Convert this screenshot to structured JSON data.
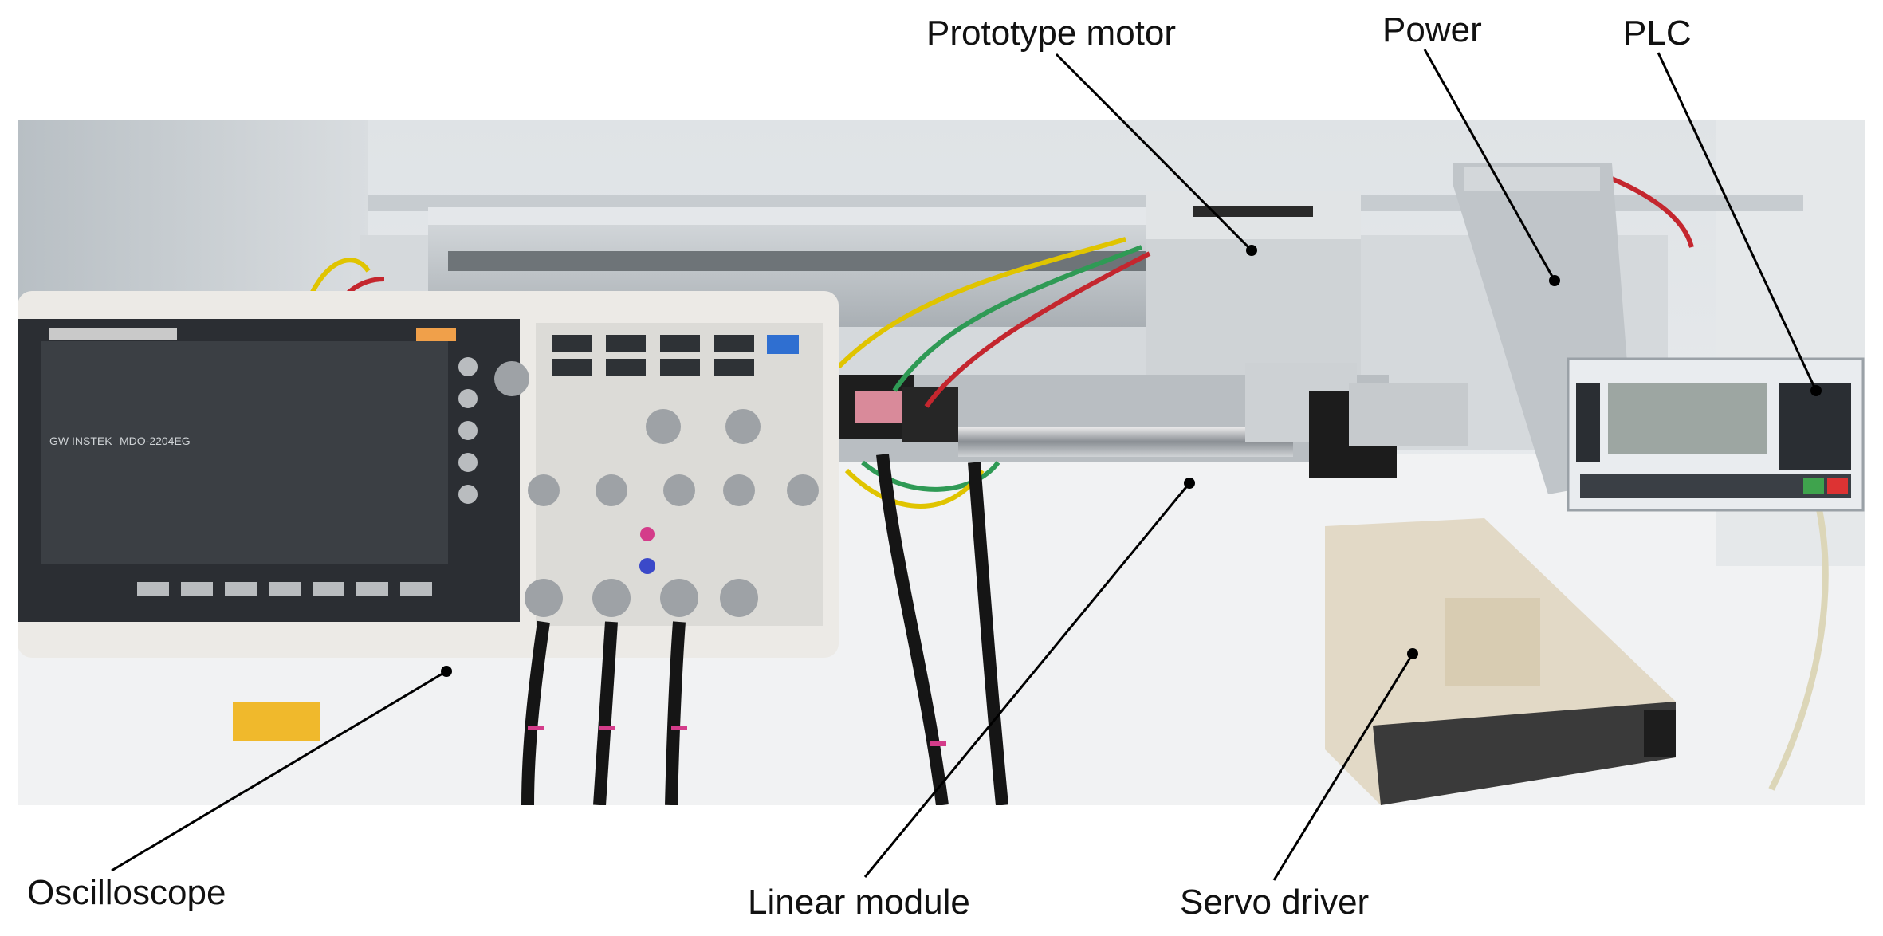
{
  "labels": {
    "prototype_motor": "Prototype motor",
    "power": "Power",
    "plc": "PLC",
    "oscilloscope": "Oscilloscope",
    "linear_module": "Linear module",
    "servo_driver": "Servo driver"
  },
  "device_text": {
    "scope_brand": "GW INSTEK",
    "scope_model": "MDO-2204EG"
  },
  "colors": {
    "wall": "#e8ecef",
    "bench": "#f3f4f5",
    "aluminum": "#c9ced3",
    "rail": "#9aa0a6",
    "scope_body": "#eceae6",
    "scope_screen": "#3b3f44",
    "servo_body": "#e2d9c6",
    "plc_body": "#e9ecef",
    "plc_screen": "#9da6a2",
    "coupling": "#d98a9a",
    "wire_yellow": "#e0c400",
    "wire_green": "#2f9a55",
    "wire_red": "#c4262e",
    "probe_black": "#151515",
    "probe_pink": "#d43c8a"
  }
}
